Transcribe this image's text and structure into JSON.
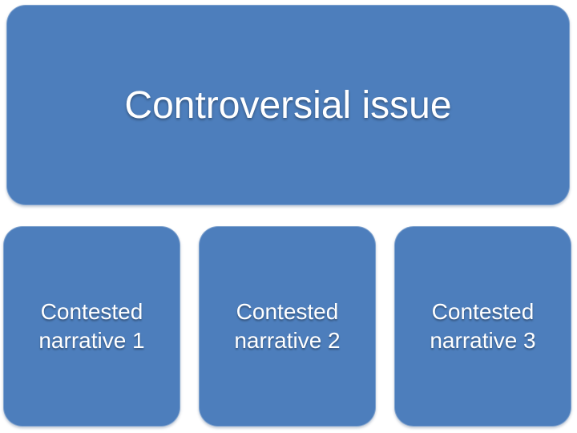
{
  "slide": {
    "kind": "smartart-hierarchy-diagram",
    "colors": {
      "background": "#ffffff",
      "box_fill": "#4d7ebc",
      "box_border": "rgba(255,255,255,0.28)",
      "text": "#ffffff"
    },
    "title_box": {
      "label": "Controversial issue"
    },
    "child_boxes": [
      {
        "label": "Contested narrative 1"
      },
      {
        "label": "Contested narrative 2"
      },
      {
        "label": "Contested narrative 3"
      }
    ]
  }
}
